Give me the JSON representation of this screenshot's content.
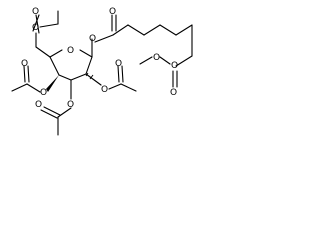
{
  "molecule": {
    "atoms": [
      "O",
      "O",
      "O",
      "O",
      "O",
      "O",
      "O",
      "O",
      "O",
      "O",
      "O",
      "O",
      "O",
      "O"
    ]
  },
  "colors": {
    "bond": "#000000",
    "text": "#000000",
    "background": "#ffffff"
  }
}
